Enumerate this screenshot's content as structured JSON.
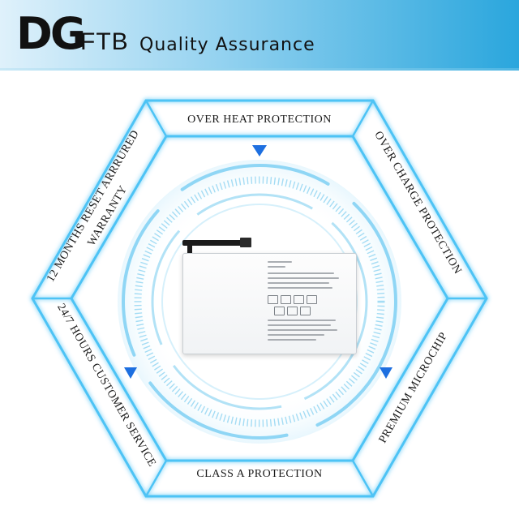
{
  "header": {
    "logo_mark": "DG",
    "logo_suffix": "FTB",
    "title": "Quality Assurance"
  },
  "diagram": {
    "labels": {
      "top": "OVER HEAT PROTECTION",
      "upper_right": "OVER CHARGE PROTECTION",
      "lower_right": "PREMIUM MICROCHIP",
      "bottom": "CLASS A PROTECTION",
      "lower_left": "24/7 HOURS CUSTOMER SERVICE",
      "upper_left_line1": "12 MONTHS RESET ARRRURED",
      "upper_left_line2": "WARRANTY"
    },
    "colors": {
      "hex_glow": "#4ec3f5",
      "ring": "#8fd6f5",
      "arrow": "#1d6fe0"
    }
  },
  "product": {
    "image": "battery-photo"
  }
}
